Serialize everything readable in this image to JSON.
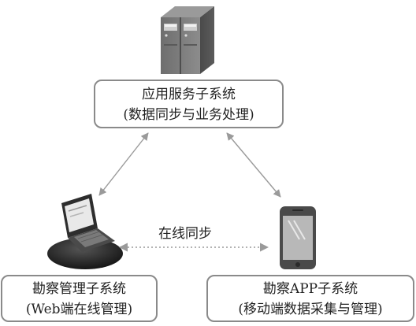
{
  "nodes": {
    "server": {
      "line1": "应用服务子系统",
      "line2": "(数据同步与业务处理)"
    },
    "web": {
      "line1": "勘察管理子系统",
      "line2": "(Web端在线管理)"
    },
    "app": {
      "line1": "勘察APP子系统",
      "line2": "(移动端数据采集与管理)"
    }
  },
  "edges": {
    "sync_label": "在线同步"
  },
  "icons": [
    "server-rack-icon",
    "laptop-icon",
    "smartphone-icon"
  ],
  "colors": {
    "border": "#8a8a8a",
    "arrow": "#9a9a9a",
    "device": "#555555"
  }
}
